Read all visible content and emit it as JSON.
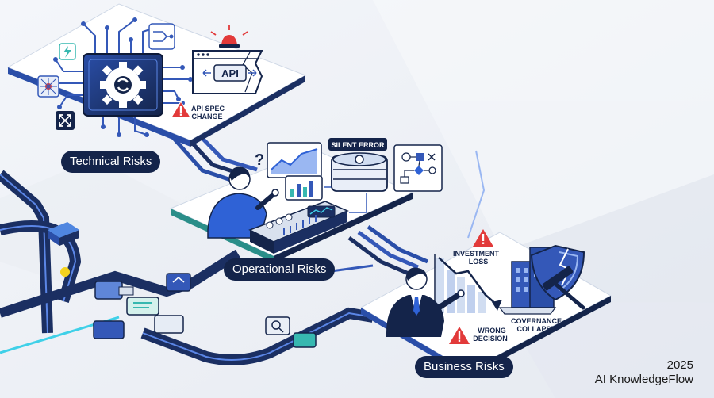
{
  "sections": {
    "technical": {
      "label": "Technical Risks",
      "api_label": "API",
      "api_spec_change": [
        "API SPEC",
        "CHANGE"
      ]
    },
    "operational": {
      "label": "Operational Risks",
      "silent_error": "SILENT ERROR",
      "question_mark": "?"
    },
    "business": {
      "label": "Business Risks",
      "investment_loss": [
        "INVESTMENT",
        "LOSS"
      ],
      "wrong_decision": [
        "WRONG",
        "DECISION"
      ],
      "governance_collapse": [
        "COVERNANCE",
        "COLLAPSE"
      ]
    }
  },
  "footer": {
    "year": "2025",
    "brand": "AI KnowledgeFlow"
  },
  "colors": {
    "navy": "#14244a",
    "blue": "#3458b8",
    "accent": "#2f62d6",
    "teal": "#37b8b0",
    "warning": "#e23a3a",
    "yellow": "#f4d21c"
  }
}
